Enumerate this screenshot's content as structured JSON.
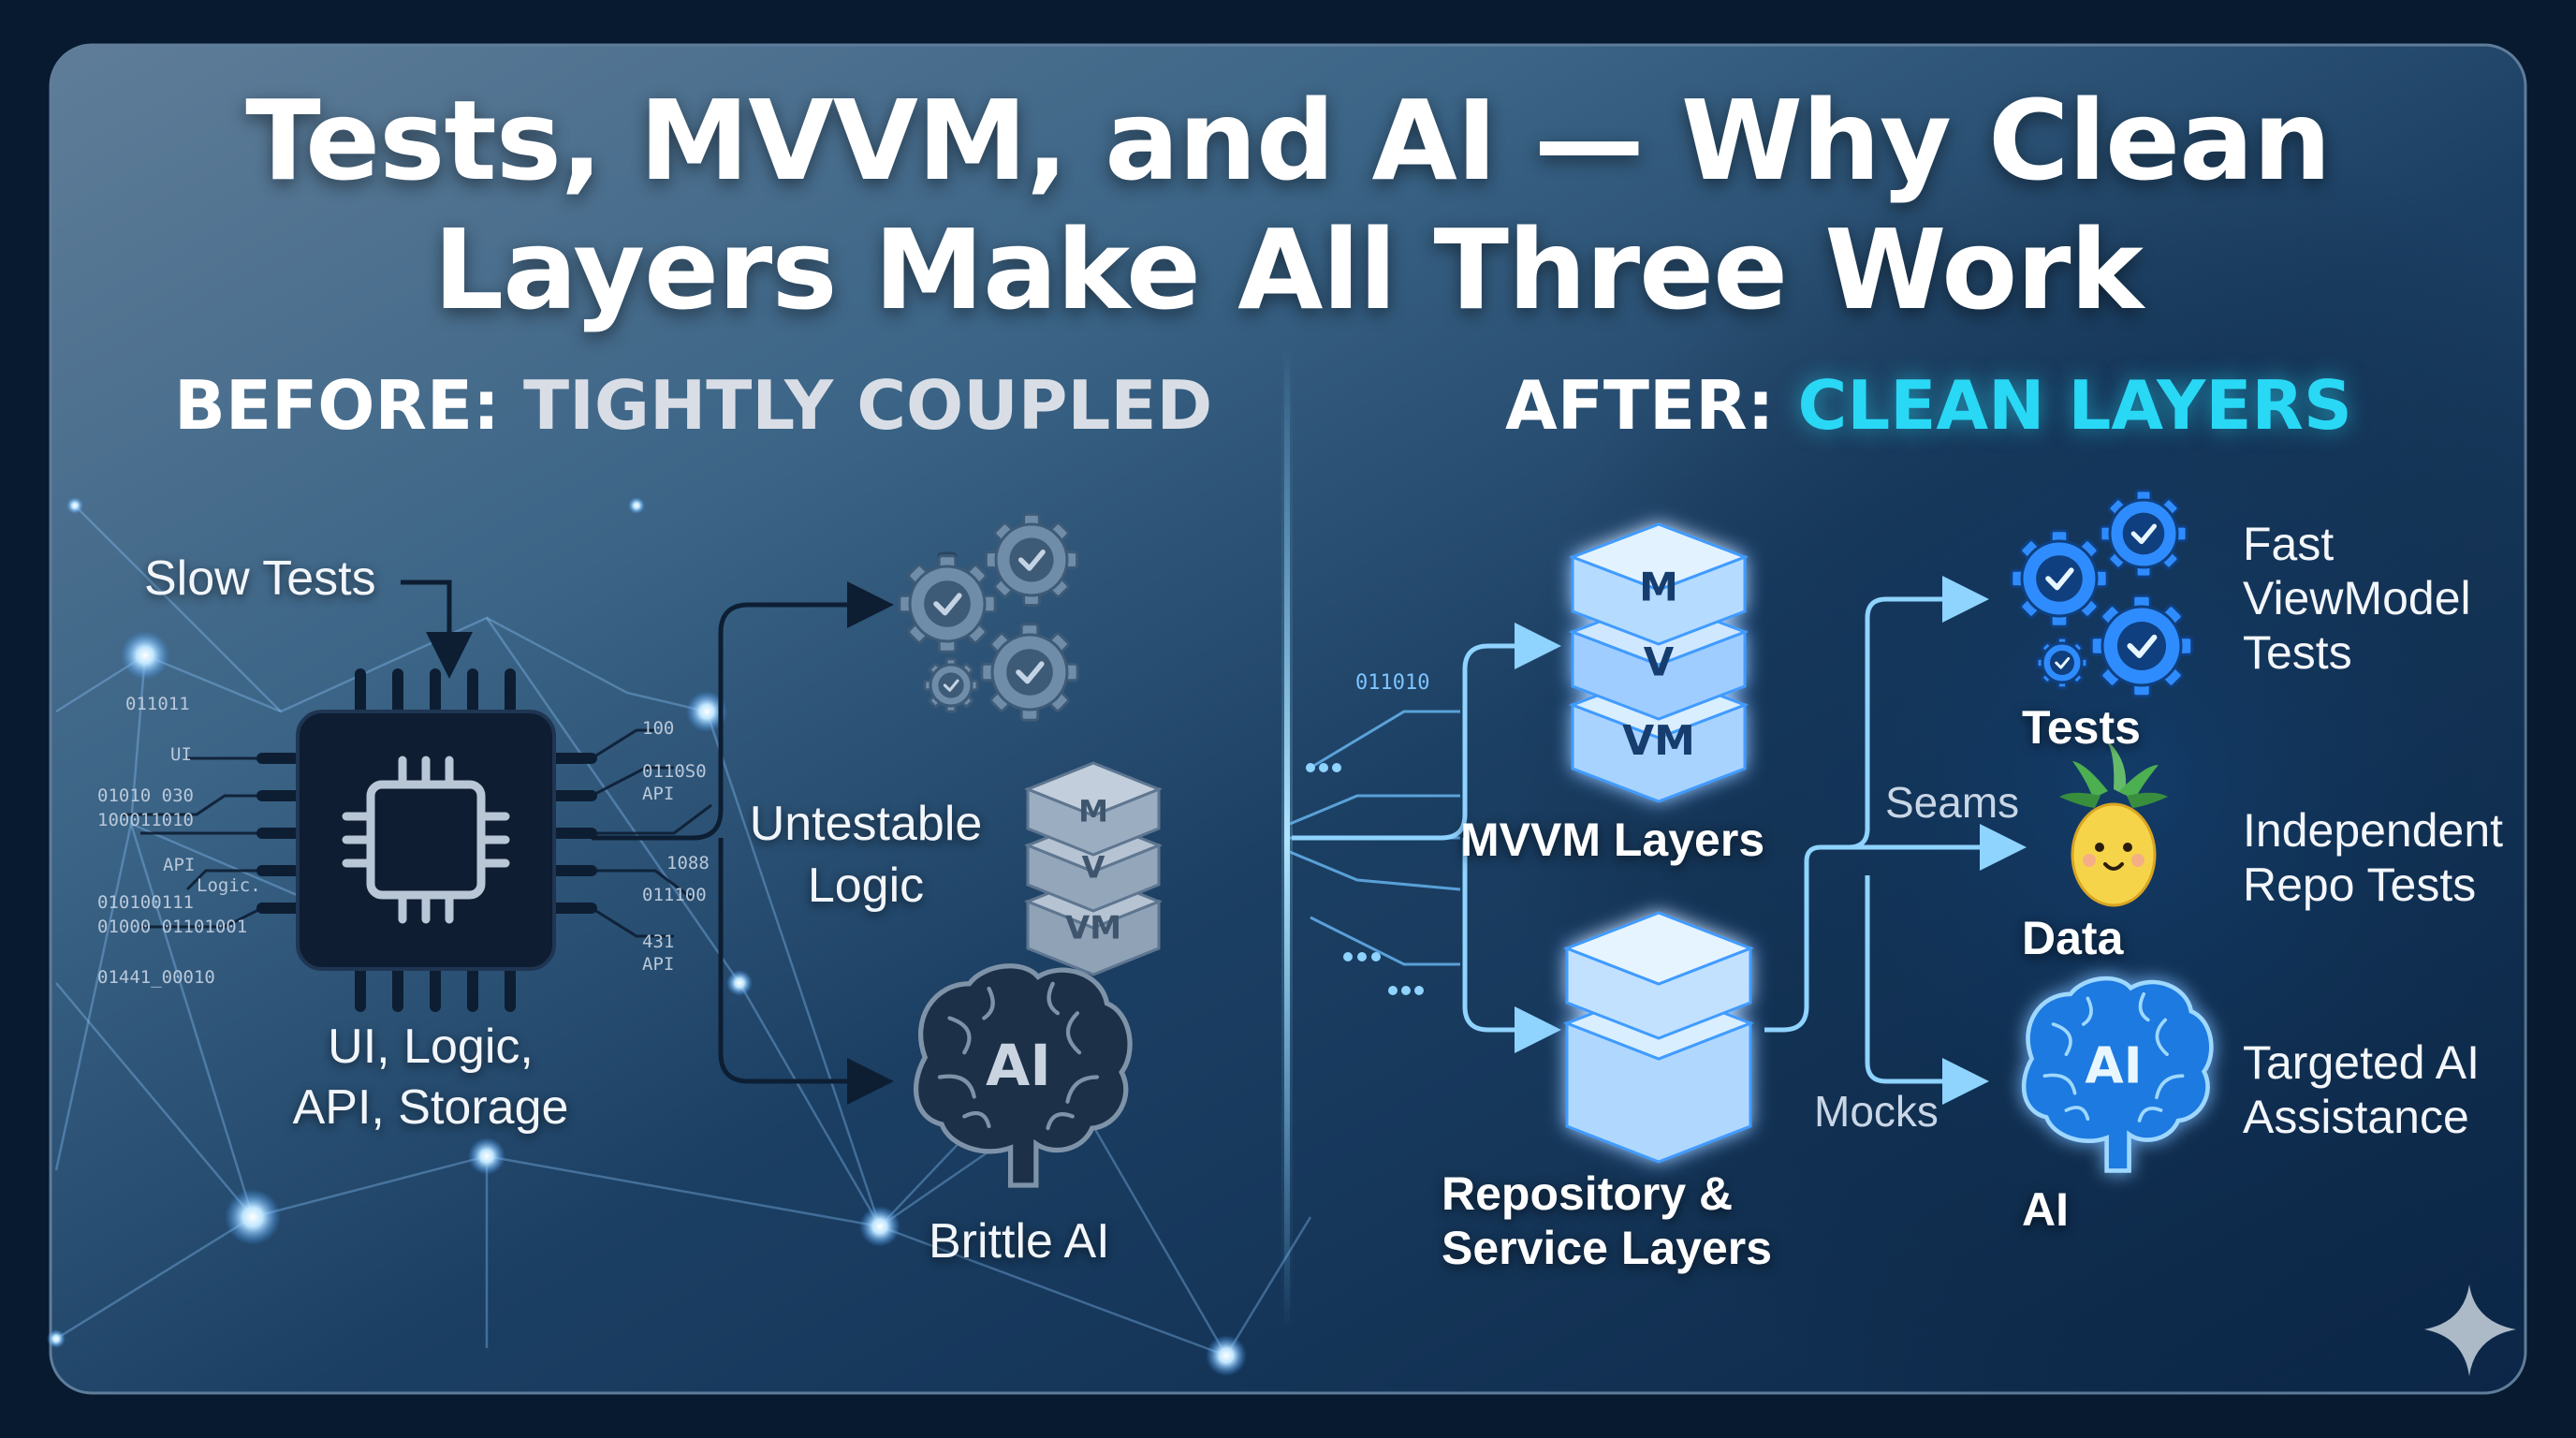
{
  "title": {
    "line1": "Tests, MVVM, and AI — Why Clean",
    "line2": "Layers Make All Three Work"
  },
  "before": {
    "heading_prefix": "BEFORE:",
    "heading_accent": "TIGHTLY COUPLED",
    "slow_tests_label": "Slow Tests",
    "chip_caption_line1": "UI, Logic,",
    "chip_caption_line2": "API, Storage",
    "untestable_line1": "Untestable",
    "untestable_line2": "Logic",
    "brittle_ai_label": "Brittle AI",
    "mvvm_letters": [
      "M",
      "V",
      "VM"
    ],
    "brain_text": "AI",
    "chip_left_binary": [
      "011011",
      "UI",
      "01010 030",
      "100011010",
      "API",
      "Logic.",
      "010100111",
      "01000 01101001",
      "01441_00010"
    ],
    "chip_right_binary": [
      "100",
      "0110S0",
      "API",
      "1088",
      "011100",
      "431",
      "API"
    ]
  },
  "after": {
    "heading_prefix": "AFTER:",
    "heading_accent": "CLEAN LAYERS",
    "mvvm_letters": [
      "M",
      "V",
      "VM"
    ],
    "mvvm_caption": "MVVM Layers",
    "repo_caption_line1": "Repository &",
    "repo_caption_line2": "Service Layers",
    "stream_binary": "011010",
    "seams_label": "Seams",
    "mocks_label": "Mocks",
    "tests_label": "Tests",
    "data_label": "Data",
    "ai_label": "AI",
    "brain_text": "AI",
    "fast_tests_lines": [
      "Fast",
      "ViewModel",
      "Tests"
    ],
    "repo_tests_lines": [
      "Independent",
      "Repo Tests"
    ],
    "targeted_ai_lines": [
      "Targeted AI",
      "Assistance"
    ]
  },
  "colors": {
    "cyan_accent": "#29d8f5",
    "glow_blue": "#4aa8ff",
    "panel_dark": "#0a2440"
  }
}
